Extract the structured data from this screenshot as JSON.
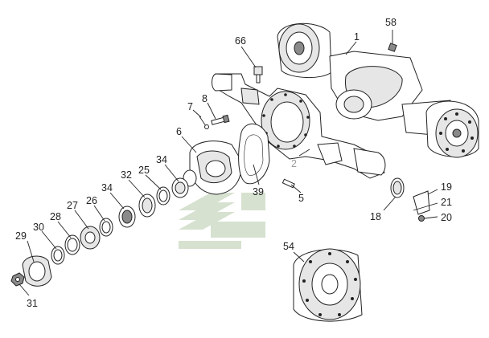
{
  "callouts": [
    {
      "id": "c58",
      "label": "58"
    },
    {
      "id": "c1",
      "label": "1"
    },
    {
      "id": "c66",
      "label": "66"
    },
    {
      "id": "c7",
      "label": "7"
    },
    {
      "id": "c8",
      "label": "8"
    },
    {
      "id": "c6",
      "label": "6"
    },
    {
      "id": "c2",
      "label": "2"
    },
    {
      "id": "c39",
      "label": "39"
    },
    {
      "id": "c5",
      "label": "5"
    },
    {
      "id": "c34a",
      "label": "34"
    },
    {
      "id": "c25",
      "label": "25"
    },
    {
      "id": "c32",
      "label": "32"
    },
    {
      "id": "c34b",
      "label": "34"
    },
    {
      "id": "c26",
      "label": "26"
    },
    {
      "id": "c27",
      "label": "27"
    },
    {
      "id": "c28",
      "label": "28"
    },
    {
      "id": "c30",
      "label": "30"
    },
    {
      "id": "c29",
      "label": "29"
    },
    {
      "id": "c31",
      "label": "31"
    },
    {
      "id": "c54",
      "label": "54"
    },
    {
      "id": "c18",
      "label": "18"
    },
    {
      "id": "c19",
      "label": "19"
    },
    {
      "id": "c21",
      "label": "21"
    },
    {
      "id": "c20",
      "label": "20"
    }
  ],
  "colors": {
    "line": "#222222",
    "watermark": "#cfdcc8",
    "part_fill": "#ffffff",
    "part_shade": "#e6e6e6"
  }
}
